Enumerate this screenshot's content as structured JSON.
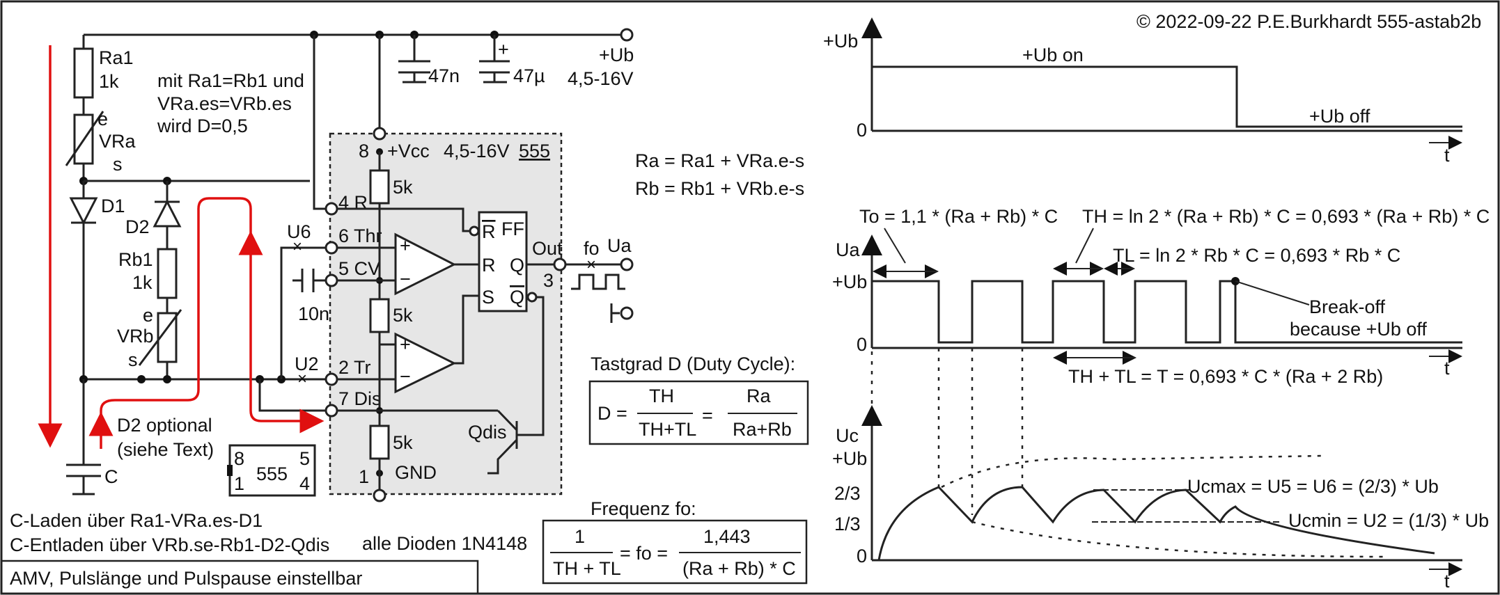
{
  "copyright": "© 2022-09-22 P.E.Burkhardt 555-astab2b",
  "bottom_title": "AMV, Pulslänge und Pulspause einstellbar",
  "supply": {
    "label": "+Ub",
    "range": "4,5-16V",
    "cap1": "47n",
    "cap2": "47µ"
  },
  "components": {
    "ra1": "Ra1",
    "ra1_val": "1k",
    "vra": "VRa",
    "vra_e": "e",
    "vra_s": "s",
    "d1": "D1",
    "d2": "D2",
    "rb1": "Rb1",
    "rb1_val": "1k",
    "vrb": "VRb",
    "vrb_e": "e",
    "vrb_s": "s",
    "c": "C",
    "c_cv": "10n",
    "u6": "U6",
    "u2": "U2",
    "r5k": "5k",
    "qdis": "Qdis",
    "fo": "fo",
    "ua": "Ua",
    "out": "Out",
    "pin3": "3"
  },
  "ic": {
    "vcc": "+Vcc",
    "vcc_range": "4,5-16V",
    "name": "555",
    "pin8": "8",
    "pin4": "4 R",
    "pin6": "6 Thr",
    "pin5": "5 CV",
    "pin2": "2 Tr",
    "pin7": "7 Dis",
    "pin1": "1",
    "gnd": "GND",
    "ff": "FF",
    "ff_rbar": "R",
    "ff_r": "R",
    "ff_s": "S",
    "ff_q": "Q",
    "ff_qbar": "Q",
    "plus": "+",
    "minus": "−"
  },
  "notes": {
    "n1": "mit Ra1=Rb1 und",
    "n2": "VRa.es=VRb.es",
    "n3": "wird D=0,5",
    "d2opt1": "D2 optional",
    "d2opt2": "(siehe Text)",
    "chip_p8": "8",
    "chip_p5": "5",
    "chip_p1": "1",
    "chip_p4": "4",
    "chip_name": "555",
    "charge": "C-Laden über Ra1-VRa.es-D1",
    "discharge": "C-Entladen über VRb.se-Rb1-D2-Qdis",
    "diodes": "alle Dioden 1N4148",
    "ra_eq": "Ra = Ra1 + VRa.e-s",
    "rb_eq": "Rb = Rb1 + VRb.e-s"
  },
  "duty": {
    "title": "Tastgrad D (Duty Cycle):",
    "lhs": "D =",
    "num1": "TH",
    "den1": "TH+TL",
    "eq": "=",
    "num2": "Ra",
    "den2": "Ra+Rb"
  },
  "freq": {
    "title": "Frequenz fo:",
    "num1": "1",
    "den1": "TH + TL",
    "mid": "= fo =",
    "num2": "1,443",
    "den2": "(Ra + Rb) * C"
  },
  "graph1": {
    "ylabel": "+Ub",
    "zero": "0",
    "t": "t",
    "on": "+Ub on",
    "off": "+Ub off"
  },
  "graph2": {
    "ylabel": "Ua",
    "yhigh": "+Ub",
    "zero": "0",
    "t": "t",
    "to_eq": "To = 1,1 * (Ra + Rb) * C",
    "th_eq": "TH = ln 2 * (Ra + Rb) * C = 0,693 * (Ra + Rb) * C",
    "tl_eq": "TL = ln 2 * Rb * C = 0,693 * Rb * C",
    "t_eq": "TH + TL = T = 0,693 * C * (Ra + 2 Rb)",
    "break1": "Break-off",
    "break2": "because +Ub off"
  },
  "graph3": {
    "ylabel": "Uc",
    "yub": "+Ub",
    "y23": "2/3",
    "y13": "1/3",
    "zero": "0",
    "t": "t",
    "ucmax": "Ucmax = U5 = U6 = (2/3) * Ub",
    "ucmin": "Ucmin = U2 = (1/3) * Ub"
  }
}
